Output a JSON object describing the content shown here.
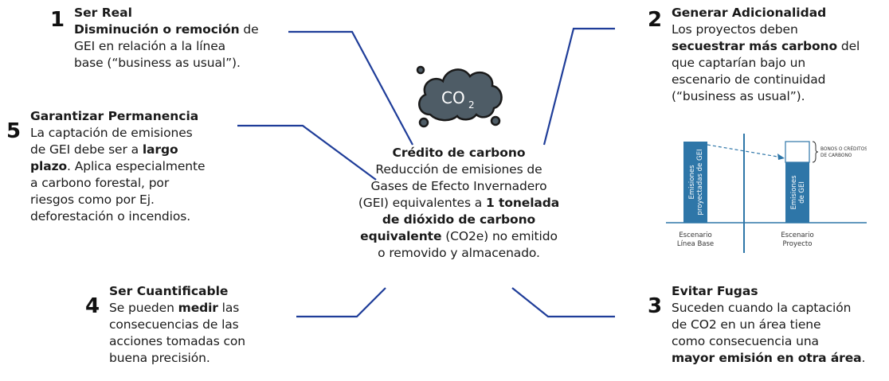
{
  "center": {
    "title": "Crédito de carbono",
    "line1": "Reducción de emisiones de",
    "line2": "Gases de Efecto Invernadero",
    "line3_pre": "(GEI) equivalentes a ",
    "line3_bold": "1 tonelada",
    "line4_bold": "de dióxido de carbono",
    "line5_bold": "equivalente",
    "line5_post": " (CO2e) no emitido",
    "line6": "o removido y almacenado.",
    "cloud_label": "CO",
    "cloud_sub": "2"
  },
  "item1": {
    "num": "1",
    "title": "Ser Real",
    "bold": "Disminución o remoción",
    "rest1": " de",
    "line2": "GEI en relación a la línea",
    "line3": "base (“business as usual”)."
  },
  "item2": {
    "num": "2",
    "title": "Generar Adicionalidad",
    "line1": "Los proyectos deben",
    "bold": "secuestrar más carbono",
    "rest2": " del",
    "line3": "que captarían bajo un",
    "line4": "escenario de continuidad",
    "line5": "(“business as usual”)."
  },
  "item3": {
    "num": "3",
    "title": "Evitar Fugas",
    "line1": "Suceden cuando la captación",
    "line2": "de CO2 en un área tiene",
    "line3": "como consecuencia una",
    "bold": "mayor emisión en otra área",
    "end": "."
  },
  "item4": {
    "num": "4",
    "title": "Ser Cuantificable",
    "pre": "Se pueden ",
    "bold": "medir",
    "post": " las",
    "line2": "consecuencias de las",
    "line3": "acciones tomadas con",
    "line4": "buena precisión."
  },
  "item5": {
    "num": "5",
    "title": "Garantizar Permanencia",
    "line1": "La captación de emisiones",
    "pre2": "de GEI debe ser a ",
    "bold2": "largo",
    "bold3": "plazo",
    "post3": ". Aplica especialmente",
    "line4": "a carbono forestal, por",
    "line5": "riesgos como por Ej.",
    "line6": "deforestación o incendios."
  },
  "mini_chart": {
    "bar1_label_a": "Emisiones",
    "bar1_label_b": "proyectadas de GEI",
    "bar2_label_a": "Emisiones",
    "bar2_label_b": "de GEI",
    "bonus_a": "BONOS O CRÉDITOS",
    "bonus_b": "DE CARBONO",
    "x1_a": "Escenario",
    "x1_b": "Línea Base",
    "x2_a": "Escenario",
    "x2_b": "Proyecto"
  },
  "colors": {
    "line": "#1f3d99",
    "bar": "#2e76a8",
    "cloud": "#4e5c66"
  }
}
